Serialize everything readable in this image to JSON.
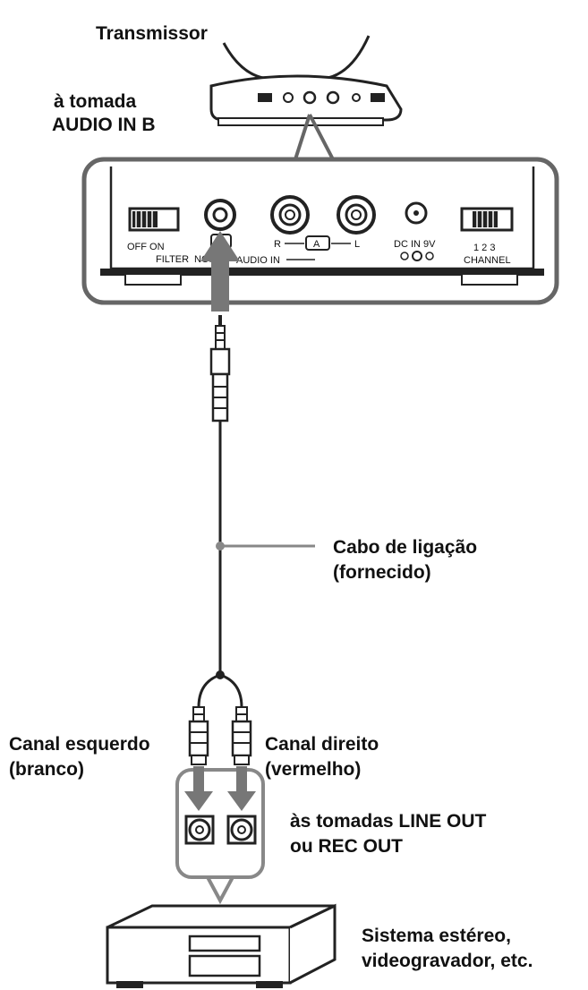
{
  "labels": {
    "transmitter": "Transmissor",
    "jack_line1": "à tomada",
    "jack_line2": "AUDIO IN B",
    "cable_line1": "Cabo de ligação",
    "cable_line2": "(fornecido)",
    "left_line1": "Canal esquerdo",
    "left_line2": "(branco)",
    "right_line1": "Canal direito",
    "right_line2": "(vermelho)",
    "out_line1": "às tomadas LINE OUT",
    "out_line2": "ou REC OUT",
    "system_line1": "Sistema estéreo,",
    "system_line2": "videogravador, etc."
  },
  "panel": {
    "off_on": "OFF ON",
    "filter": "FILTER",
    "noise": "NOISE",
    "audio_in": "AUDIO IN",
    "b": "B",
    "a": "A",
    "r": "R",
    "l": "L",
    "dc_in": "DC IN 9V",
    "channel_nums": "1 2 3",
    "channel": "CHANNEL"
  }
}
